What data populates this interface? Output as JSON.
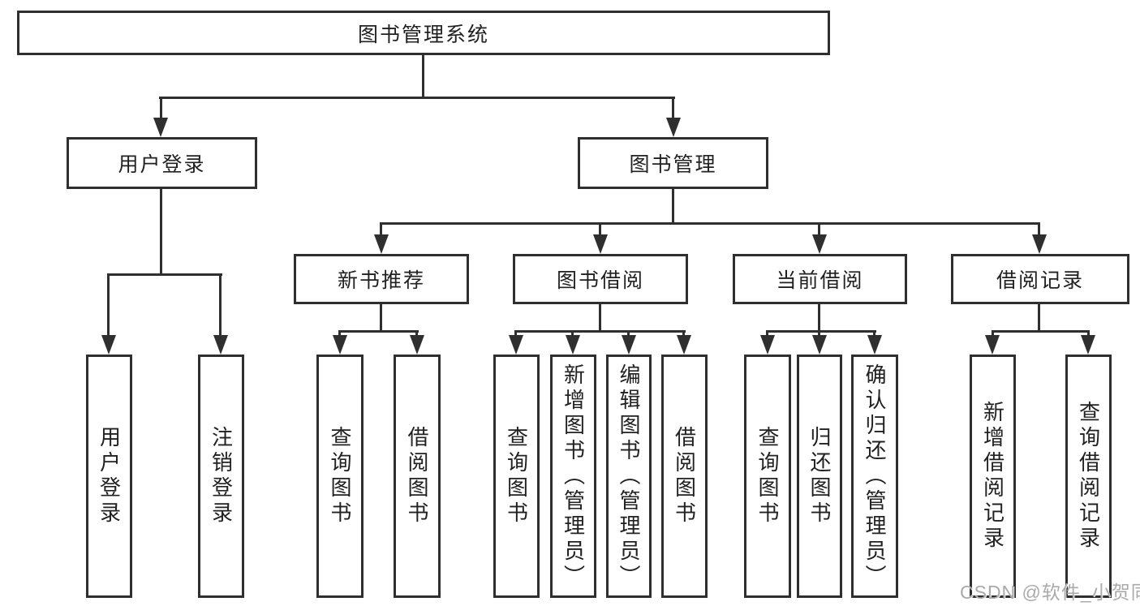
{
  "diagram": {
    "root": {
      "label": "图书管理系统"
    },
    "login": {
      "label": "用户登录",
      "children": [
        {
          "label": "用户登录"
        },
        {
          "label": "注销登录"
        }
      ]
    },
    "management": {
      "label": "图书管理",
      "sections": [
        {
          "label": "新书推荐",
          "children": [
            {
              "label": "查询图书"
            },
            {
              "label": "借阅图书"
            }
          ]
        },
        {
          "label": "图书借阅",
          "children": [
            {
              "label": "查询图书"
            },
            {
              "label": "新增图书（管理员）"
            },
            {
              "label": "编辑图书（管理员）"
            },
            {
              "label": "借阅图书"
            }
          ]
        },
        {
          "label": "当前借阅",
          "children": [
            {
              "label": "查询图书"
            },
            {
              "label": "归还图书"
            },
            {
              "label": "确认归还（管理员）"
            }
          ]
        },
        {
          "label": "借阅记录",
          "children": [
            {
              "label": "新增借阅记录"
            },
            {
              "label": "查询借阅记录"
            }
          ]
        }
      ]
    }
  },
  "watermark": {
    "text": "CSDN @软件_小贺同学"
  },
  "colors": {
    "line": "#2f2f2f",
    "text": "#212121",
    "background": "#ffffff",
    "watermark": "#aaaaaa"
  }
}
